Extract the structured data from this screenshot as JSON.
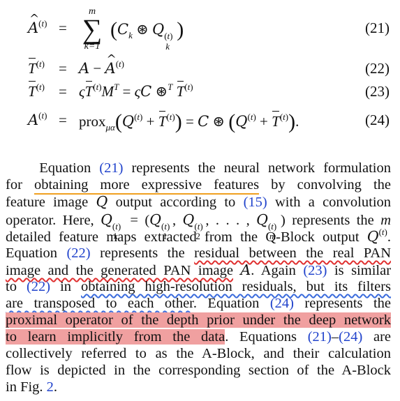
{
  "equations": [
    {
      "label": "(21)"
    },
    {
      "label": "(22)"
    },
    {
      "label": "(23)"
    },
    {
      "label": "(24)"
    }
  ],
  "paragraph": {
    "l1": [
      "Equation ",
      "(21)",
      " represents the neural network formulation"
    ],
    "l2": [
      "for ",
      "obtaining more expressive features",
      " by convolving the"
    ],
    "l3": [
      "feature image ",
      " output according to ",
      "(15)",
      " with a convolution"
    ],
    "l4": [
      "operator. Here, ",
      " represents the "
    ],
    "l5": [
      "detailed feature maps extracted from the Q-Block output "
    ],
    "l6": [
      "Equation ",
      "(22)",
      " represents the ",
      "residual between the real PAN"
    ],
    "l7": [
      "image and the generated PAN image",
      ". Again ",
      "(23)",
      " is similar"
    ],
    "l8": [
      "to ",
      "(22)",
      " in ",
      "obtaining high-resolution residuals, but its filters"
    ],
    "l9": [
      "are transposed to each other",
      ". Equation ",
      "(24)",
      " represents the"
    ],
    "l10": [
      "proximal operator of the depth prior under the deep network"
    ],
    "l11": [
      "to learn implicitly from the data",
      ". Equations ",
      "(21)",
      "–",
      "(24)",
      " are"
    ],
    "l12": [
      "collectively referred to as the A-Block, and their calculation"
    ],
    "l13": [
      "flow is depicted in the corresponding section of the A-Block"
    ],
    "l14": [
      "in Fig. ",
      "2",
      "."
    ]
  },
  "colors": {
    "link": "#2244cc",
    "orange_underline": "#f0a020",
    "red_wavy": "#e03030",
    "blue_wavy": "#3a6bdc",
    "highlight": "#f0a0a0"
  }
}
